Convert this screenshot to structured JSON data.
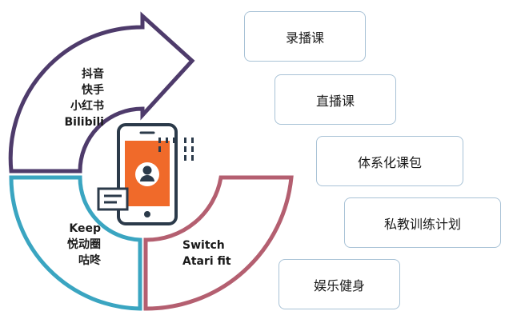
{
  "colors": {
    "purple_segment": "#4e3b6b",
    "teal_segment": "#3aa5c1",
    "red_segment": "#b45f70",
    "phone_screen": "#f06a2a",
    "phone_outline": "#2b3a4a",
    "box_border": "#a8c2d6"
  },
  "icon": "smartphone-user-icon",
  "segments": {
    "purple": {
      "lines": [
        "抖音",
        "快手",
        "小红书",
        "Bilibili"
      ]
    },
    "teal": {
      "lines": [
        "Keep",
        "悦动圈",
        "咕咚"
      ]
    },
    "red": {
      "lines": [
        "Switch",
        "Atari fit"
      ]
    }
  },
  "course_types": [
    "录播课",
    "直播课",
    "体系化课包",
    "私教训练计划",
    "娱乐健身"
  ]
}
